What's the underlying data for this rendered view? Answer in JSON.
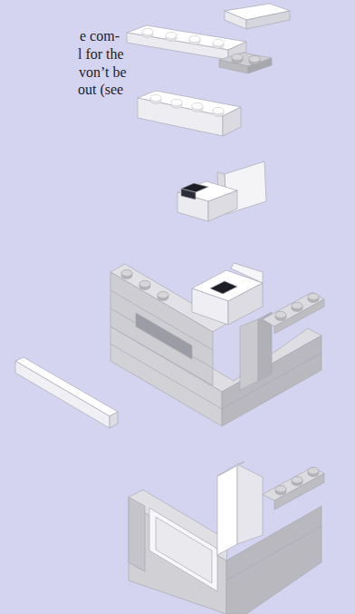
{
  "diagram": {
    "labels": [
      "e com-",
      "l for the",
      "von’t be",
      "out (see"
    ]
  }
}
